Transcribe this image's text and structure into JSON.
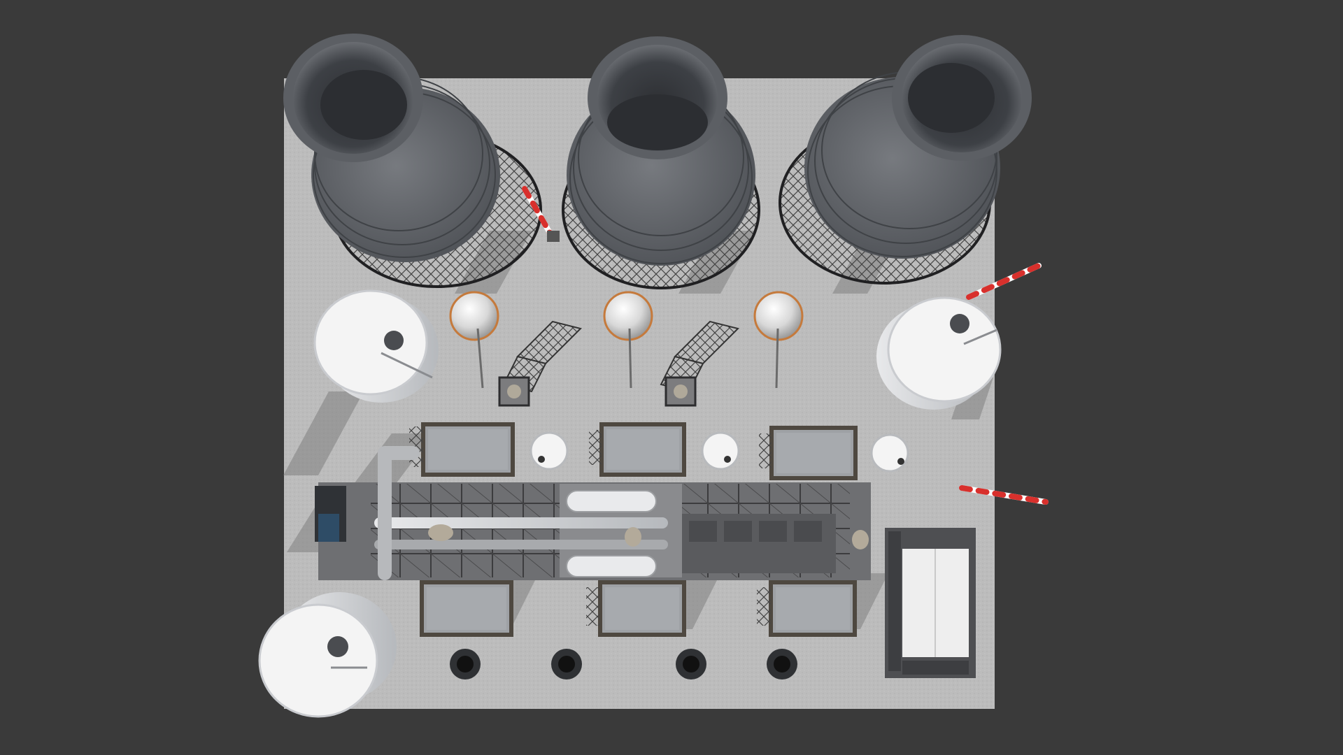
{
  "scene": {
    "colors": {
      "background": "#3a3a3a",
      "ground": "#b9b9b9",
      "ground_shadow": "#8a8a8a",
      "tower": "#6c6f73",
      "tower_dark": "#3a3c40",
      "tower_lattice": "#1f1f22",
      "tank_white": "#f2f2f2",
      "tank_side": "#d4d6da",
      "building_frame": "#5a534a",
      "building_roof": "#9da0a4",
      "barrier_red": "#d8302c",
      "barrier_white": "#ffffff",
      "pipe": "#c8c9cc"
    },
    "cooling_towers": 3,
    "large_storage_tanks": 3,
    "spherical_tanks": 3,
    "small_tanks": 3,
    "process_buildings": 6,
    "stacks": 4,
    "barriers": 3
  }
}
